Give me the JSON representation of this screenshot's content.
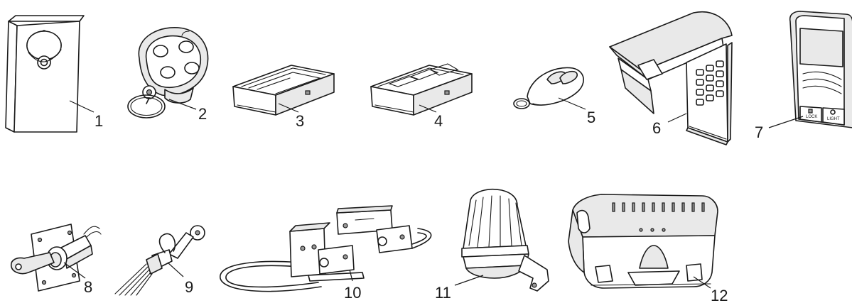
{
  "callouts": [
    {
      "number": "1"
    },
    {
      "number": "2"
    },
    {
      "number": "3"
    },
    {
      "number": "4"
    },
    {
      "number": "5"
    },
    {
      "number": "6"
    },
    {
      "number": "7"
    },
    {
      "number": "8"
    },
    {
      "number": "9"
    },
    {
      "number": "10"
    },
    {
      "number": "11"
    },
    {
      "number": "12"
    }
  ],
  "wall_button_labels": {
    "lock": "LOCK",
    "light": "LIGHT"
  }
}
